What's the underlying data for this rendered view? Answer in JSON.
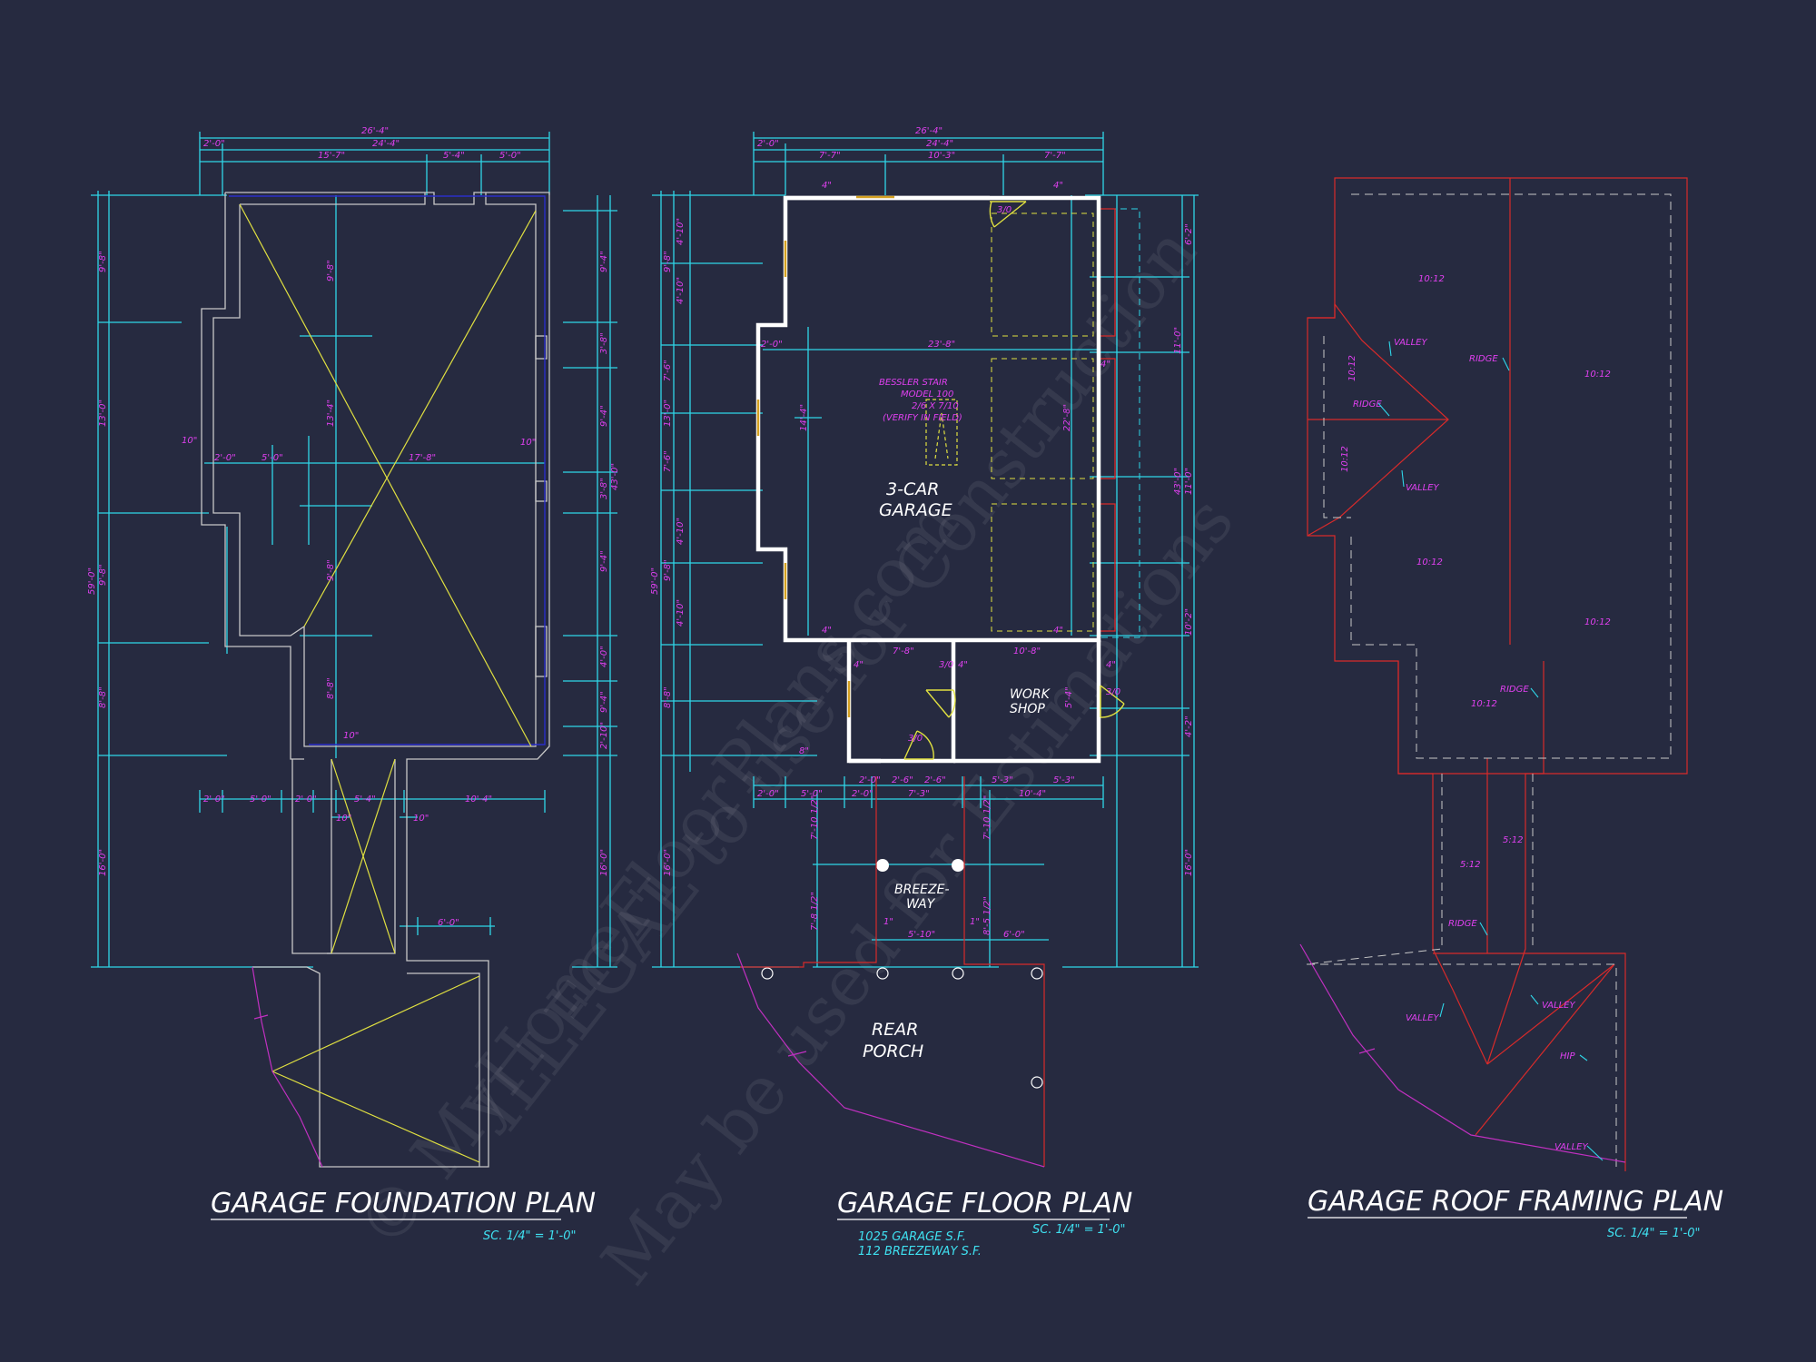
{
  "drawings": {
    "foundation": {
      "title": "GARAGE FOUNDATION PLAN",
      "scale": "SC. 1/4\" = 1'-0\"",
      "dims": {
        "top_overall": "26'-4\"",
        "top_2": "24'-4\"",
        "top_a": "2'-0\"",
        "top_b": "15'-7\"",
        "top_c": "5'-4\"",
        "top_d": "5'-0\"",
        "left_1": "9'-8\"",
        "left_2": "13'-0\"",
        "left_3": "9'-8\"",
        "left_4": "8'-8\"",
        "left_total": "59'-0\"",
        "left_bottom": "16'-0\"",
        "inner_1": "9'-8\"",
        "inner_2": "13'-4\"",
        "inner_3": "9'-8\"",
        "inner_4": "8'-8\"",
        "mid_a": "2'-0\"",
        "mid_b": "5'-0\"",
        "mid_c": "17'-8\"",
        "mid_d": "10\"",
        "mid_e": "10\"",
        "right_1": "9'-4\"",
        "right_2": "3'-8\"",
        "right_3": "9'-4\"",
        "right_4": "3'-8\"",
        "right_5": "9'-4\"",
        "right_6": "4'-0\"",
        "right_7": "9'-4\"",
        "right_8": "2'-10\"",
        "right_total": "43'-0\"",
        "right_bottom": "16'-0\"",
        "bot_a": "2'-0\"",
        "bot_b": "5'-0\"",
        "bot_c": "2'-0\"",
        "bot_d": "5'-4\"",
        "bot_e": "10'-4\"",
        "bot_f": "10\"",
        "bot_g": "10\"",
        "bot_h": "10\"",
        "breeze": "6'-0\""
      }
    },
    "floor": {
      "title": "GARAGE FLOOR PLAN",
      "scale": "SC. 1/4\" = 1'-0\"",
      "area_garage": "1025 GARAGE S.F.",
      "area_breezeway": "112 BREEZEWAY S.F.",
      "rooms": {
        "garage_1": "3-CAR",
        "garage_2": "GARAGE",
        "workshop_1": "WORK",
        "workshop_2": "SHOP",
        "breezeway_1": "BREEZE-",
        "breezeway_2": "WAY",
        "porch_1": "REAR",
        "porch_2": "PORCH"
      },
      "note": [
        "BESSLER STAIR",
        "MODEL 100",
        "2/6 X 7/10",
        "(VERIFY IN FIELD)"
      ],
      "dims": {
        "top_overall": "26'-4\"",
        "top_2": "24'-4\"",
        "top_a": "2'-0\"",
        "top_b": "7'-7\"",
        "top_c": "10'-3\"",
        "top_d": "7'-7\"",
        "width": "23'-8\"",
        "height_in": "14'-4\"",
        "depth_right": "22'-8\"",
        "left_total": "59'-0\"",
        "left_bottom": "16'-0\"",
        "left_1": "9'-8\"",
        "left_2": "7'-6\"",
        "left_3": "13'-0\"",
        "left_4": "7'-6\"",
        "left_5": "9'-8\"",
        "left_6": "8'-8\"",
        "left_in_1": "4'-10\"",
        "left_in_2": "4'-10\"",
        "left_in_3": "4'-10\"",
        "left_in_4": "4'-10\"",
        "right_1": "6'-2\"",
        "right_2": "11'-0\"",
        "right_3": "11'-0\"",
        "right_4": "10'-2\"",
        "right_5": "4'-2\"",
        "right_total": "43'-0\"",
        "right_bottom": "16'-0\"",
        "wall_a": "4\"",
        "wall_b": "2'-0\"",
        "ws_a": "7'-8\"",
        "ws_b": "10'-8\"",
        "ws_c": "5'-4\"",
        "ws_d": "4\"",
        "ws_e": "4\"",
        "ws_f": "8\"",
        "bot_a": "2'-0\"",
        "bot_b": "5'-0\"",
        "bot_c": "2'-0\"",
        "bot_d": "7'-3\"",
        "bot_e": "10'-4\"",
        "bot_f": "5'-3\"",
        "bot_g": "2'-6\"",
        "bot_h": "2'-6\"",
        "bot_i": "5'-3\"",
        "bz_a": "7'-10 1/2\"",
        "bz_b": "7'-10 1/2\"",
        "bz_c": "7'-8 1/2\"",
        "bz_d": "8'-5 1/2\"",
        "bz_e": "5'-10\"",
        "bz_f": "6'-0\"",
        "bz_g": "1\"",
        "bz_h": "1\"",
        "door_1": "3/0",
        "door_2": "3/0",
        "door_3": "3/0",
        "door_4": "3/0"
      }
    },
    "roof": {
      "title": "GARAGE ROOF FRAMING PLAN",
      "scale": "SC. 1/4\" = 1'-0\"",
      "labels": {
        "pitch_1": "10:12",
        "pitch_2": "10:12",
        "pitch_3": "10:12",
        "pitch_4": "10:12",
        "pitch_5": "10:12",
        "pitch_6": "10:12",
        "pitch_7": "10:12",
        "pitch_8": "5:12",
        "pitch_9": "5:12",
        "valley_1": "VALLEY",
        "valley_2": "VALLEY",
        "valley_3": "VALLEY",
        "valley_4": "VALLEY",
        "valley_5": "VALLEY",
        "ridge_1": "RIDGE",
        "ridge_2": "RIDGE",
        "ridge_3": "RIDGE",
        "ridge_4": "RIDGE",
        "hip": "HIP"
      }
    }
  },
  "watermark": [
    "© MyHomeFloorPlans.com",
    "ILLEGAL to use for Construction",
    "May be used for Estimations"
  ],
  "colors": {
    "background": "#262a40",
    "dimension_lines": "#2fd6e8",
    "dimension_text": "#e040f0",
    "walls": "#ffffff",
    "diagonals": "#e0e040",
    "roof_outline": "#d82a2a"
  }
}
